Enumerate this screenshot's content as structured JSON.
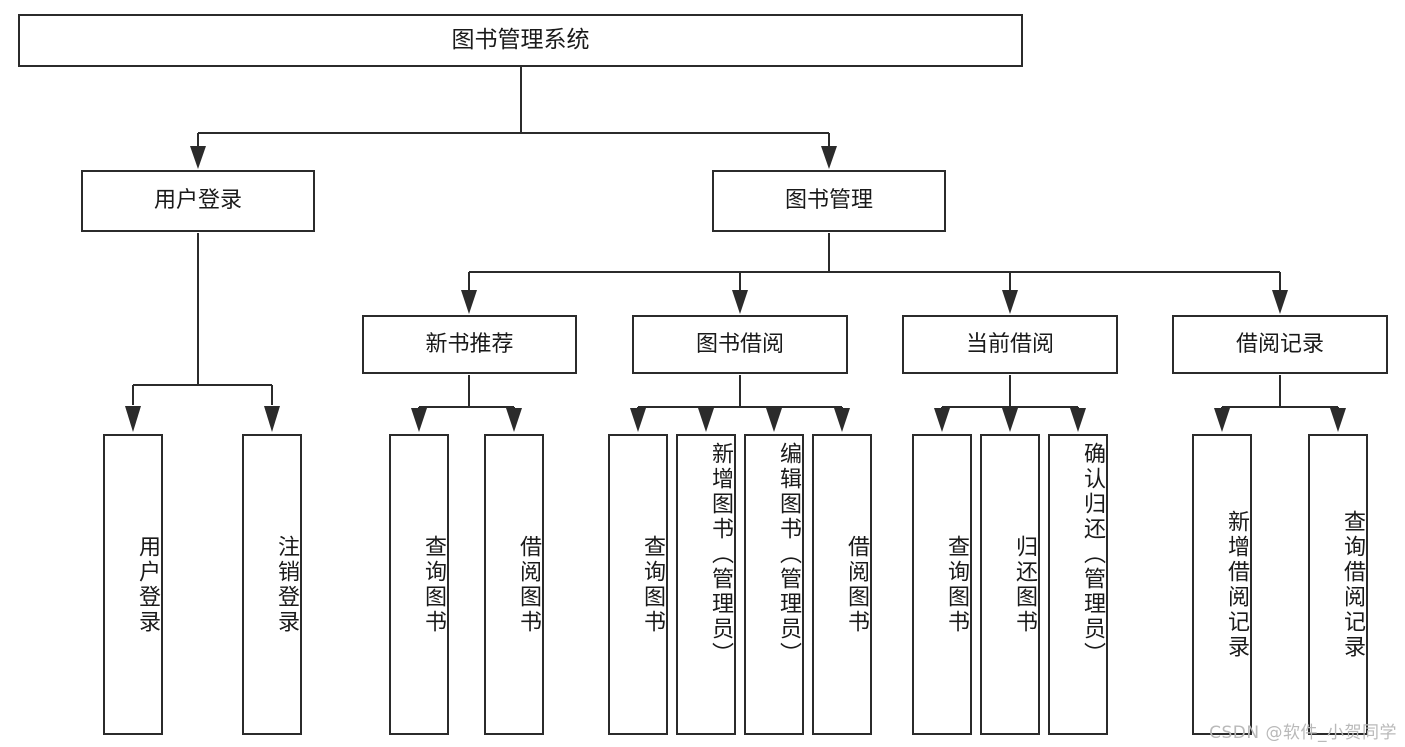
{
  "diagram": {
    "title": "图书管理系统",
    "watermark": "CSDN @软件_小贺同学",
    "root": {
      "id": "root",
      "label": "图书管理系统"
    },
    "level2": [
      {
        "id": "user-login",
        "label": "用户登录"
      },
      {
        "id": "book-management",
        "label": "图书管理"
      }
    ],
    "level3": [
      {
        "id": "new-book-recommend",
        "label": "新书推荐"
      },
      {
        "id": "book-borrow",
        "label": "图书借阅"
      },
      {
        "id": "current-borrow",
        "label": "当前借阅"
      },
      {
        "id": "borrow-record",
        "label": "借阅记录"
      }
    ],
    "leaves": [
      {
        "id": "leaf-user-login",
        "label": "用户登录"
      },
      {
        "id": "leaf-logout-login",
        "label": "注销登录"
      },
      {
        "id": "leaf-query-book-1",
        "label": "查询图书"
      },
      {
        "id": "leaf-borrow-book-1",
        "label": "借阅图书"
      },
      {
        "id": "leaf-query-book-2",
        "label": "查询图书"
      },
      {
        "id": "leaf-add-book-admin",
        "label": "新增图书（管理员）"
      },
      {
        "id": "leaf-edit-book-admin",
        "label": "编辑图书（管理员）"
      },
      {
        "id": "leaf-borrow-book-2",
        "label": "借阅图书"
      },
      {
        "id": "leaf-query-book-3",
        "label": "查询图书"
      },
      {
        "id": "leaf-return-book",
        "label": "归还图书"
      },
      {
        "id": "leaf-confirm-return",
        "label": "确认归还（管理员）"
      },
      {
        "id": "leaf-add-record",
        "label": "新增借阅记录"
      },
      {
        "id": "leaf-query-record",
        "label": "查询借阅记录"
      }
    ],
    "colors": {
      "stroke": "#2b2b2b",
      "box_fill": "#ffffff",
      "text": "#1a1a1a",
      "watermark": "#b9b9b9",
      "background": "#ffffff"
    }
  }
}
